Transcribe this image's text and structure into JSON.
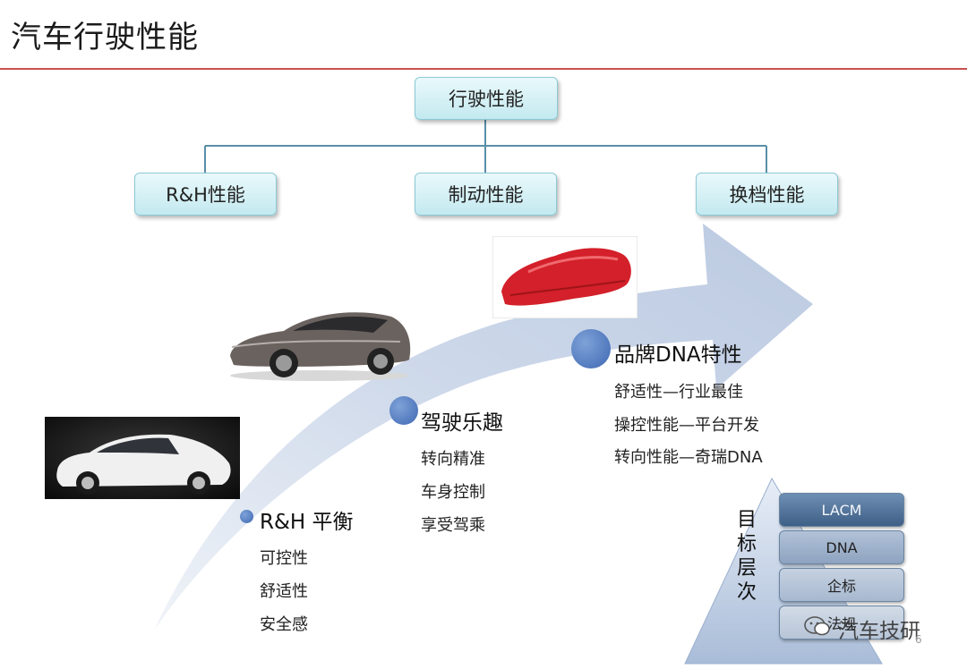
{
  "title": "汽车行驶性能",
  "tree": {
    "root": "行驶性能",
    "children": [
      "R&H性能",
      "制动性能",
      "换档性能"
    ]
  },
  "stages": [
    {
      "heading": "R&H 平衡",
      "items": [
        "可控性",
        "舒适性",
        "安全感"
      ]
    },
    {
      "heading": "驾驶乐趣",
      "items": [
        "转向精准",
        "车身控制",
        "享受驾乘"
      ]
    },
    {
      "heading": "品牌DNA特性",
      "items": [
        "舒适性—行业最佳",
        "操控性能—平台开发",
        "转向性能—奇瑞DNA"
      ]
    }
  ],
  "pyramid": {
    "label_chars": [
      "目",
      "标",
      "层",
      "次"
    ],
    "layers": [
      "LACM",
      "DNA",
      "企标",
      "法规"
    ]
  },
  "watermark": {
    "text": "汽车技研",
    "page_number": "6"
  },
  "colors": {
    "accent_rule": "#c9504e",
    "arrow": "#c9d5e8",
    "dot": "#4a72b8"
  }
}
